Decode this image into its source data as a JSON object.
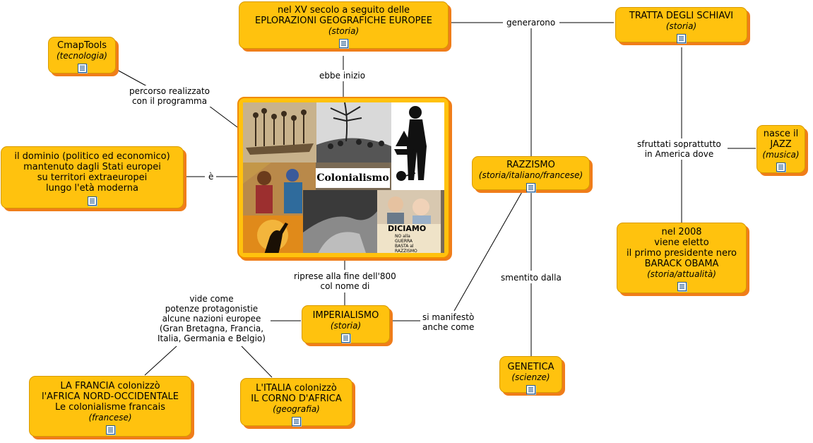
{
  "nodes": {
    "esplorazioni": {
      "text": "nel XV secolo a seguito delle\nEPLORAZIONI GEOGRAFICHE EUROPEE",
      "sub": "(storia)"
    },
    "tratta": {
      "text": "TRATTA DEGLI SCHIAVI",
      "sub": "(storia)"
    },
    "cmaptools": {
      "text": "CmapTools",
      "sub": "(tecnologia)"
    },
    "dominio": {
      "text": "il dominio (politico ed economico)\nmantenuto dagli Stati europei\nsu territori extraeuropei\nlungo l'età moderna",
      "sub": ""
    },
    "razzismo": {
      "text": "RAZZISMO",
      "sub": "(storia/italiano/francese)"
    },
    "jazz": {
      "text": "nasce il\nJAZZ",
      "sub": "(musica)"
    },
    "obama": {
      "text": "nel 2008\nviene eletto\nil primo presidente nero\nBARACK OBAMA",
      "sub": "(storia/attualità)"
    },
    "imperialismo": {
      "text": "IMPERIALISMO",
      "sub": "(storia)"
    },
    "genetica": {
      "text": "GENETICA",
      "sub": "(scienze)"
    },
    "francia": {
      "text": "LA FRANCIA colonizzò\nl'AFRICA NORD-OCCIDENTALE\nLe colonialisme francais",
      "sub": "(francese)"
    },
    "italia": {
      "text": "L'ITALIA colonizzò\nIL CORNO D'AFRICA",
      "sub": "(geografia)"
    }
  },
  "center": {
    "title": "Colonialismo",
    "poster_big": "DICIAMO",
    "poster_small": "NO alla\nGUERRA\nBASTA al\nRAZZISMO"
  },
  "links": {
    "generarono": "generarono",
    "ebbe_inizio": "ebbe inizio",
    "percorso": "percorso realizzato\ncon il programma",
    "e": "è",
    "sfruttati": "sfruttati soprattutto\nin America dove",
    "riprese": "riprese alla fine dell'800\ncol nome di",
    "vide_come": "vide come\npotenze protagonistie\nalcune nazioni europee\n(Gran Bretagna, Francia,\nItalia, Germania e Belgio)",
    "si_manifesto": "si manifestò\nanche come",
    "smentito": "smentito dalla"
  },
  "colors": {
    "node_fill": "#ffc20e",
    "node_shadow": "#f07d1a",
    "line": "#000000"
  }
}
